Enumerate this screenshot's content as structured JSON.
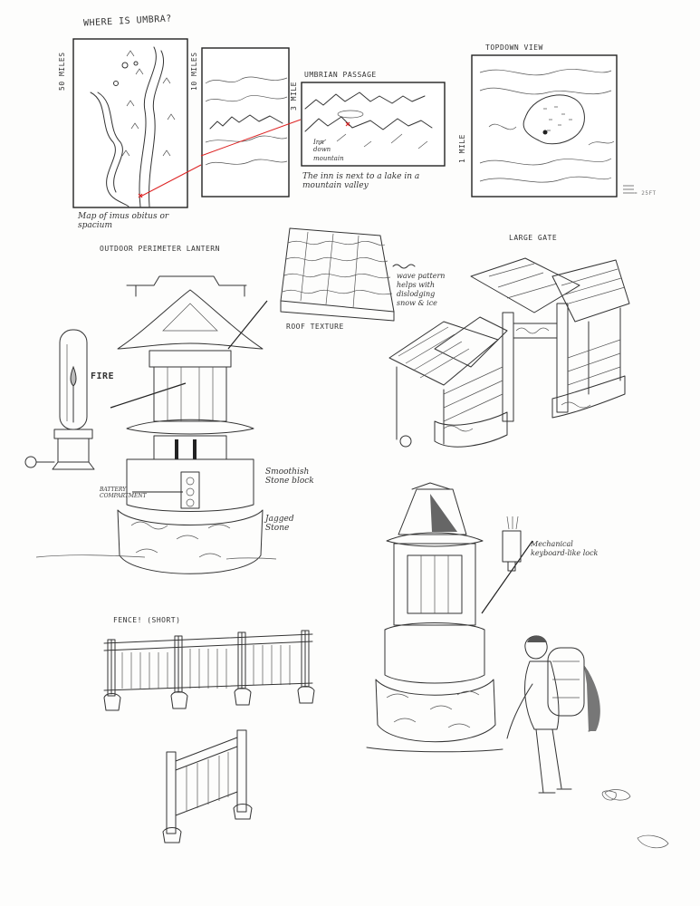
{
  "maps": {
    "title": "WHERE IS UMBRA?",
    "scale_left": "50 MILES",
    "scale_mid": "10 MILES",
    "scale_small": "3 MILE",
    "passage_title": "UMBRIAN PASSAGE",
    "passage_note_a": "Inn",
    "passage_note_b": "down mountain",
    "inn_caption": "The inn is next to a lake in a mountain valley",
    "map_caption": "Map of imus obitus or spacium",
    "topdown_title": "TOPDOWN VIEW",
    "topdown_scale": "1 MILE",
    "legend_note": "= 25FT"
  },
  "lantern": {
    "title": "OUTDOOR PERIMETER LANTERN",
    "fire_label": "FIRE",
    "battery_label": "BATTERY COMPARTMENT",
    "stone_label": "Smoothish Stone block",
    "jagged_label": "Jagged Stone"
  },
  "roof": {
    "label": "ROOF TEXTURE",
    "note": "wave pattern helps with dislodging snow & ice"
  },
  "gate": {
    "title": "LARGE GATE"
  },
  "lantern2": {
    "lock_note": "Mechanical keyboard-like lock"
  },
  "fence": {
    "title": "FENCE! (SHORT)"
  }
}
